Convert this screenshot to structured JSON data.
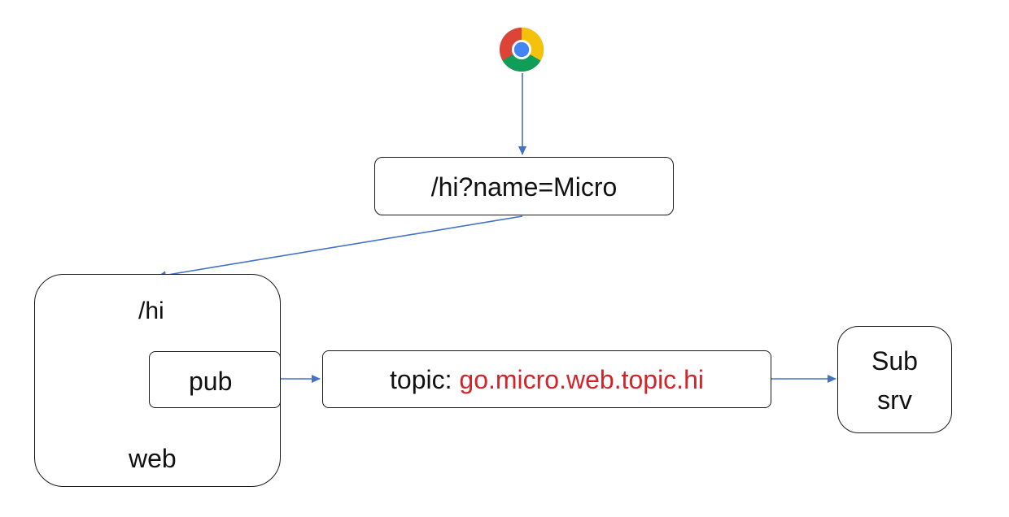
{
  "request": {
    "label": "/hi?name=Micro"
  },
  "web_service": {
    "route_label": "/hi",
    "pub_label": "pub",
    "name_label": "web"
  },
  "topic": {
    "prefix": "topic: ",
    "name": "go.micro.web.topic.hi",
    "name_color": "#d0252a"
  },
  "subscriber": {
    "line1": "Sub",
    "line2": "srv"
  },
  "colors": {
    "arrow": "#4472c4",
    "border": "#1a1a1a"
  },
  "icons": {
    "browser": "chrome-browser-icon"
  }
}
